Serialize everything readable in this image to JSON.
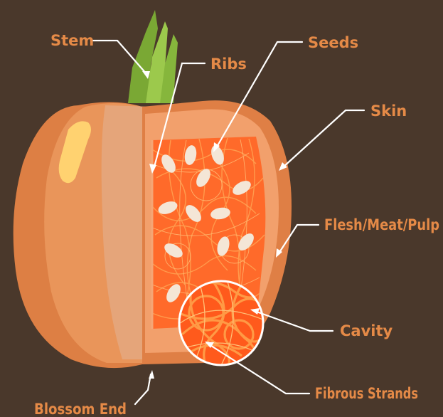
{
  "labels": {
    "stem": "Stem",
    "ribs": "Ribs",
    "seeds": "Seeds",
    "skin": "Skin",
    "flesh": "Flesh/Meat/Pulp",
    "cavity": "Cavity",
    "fibrous": "Fibrous Strands",
    "blossom": "Blossom End"
  },
  "colors": {
    "background": "#4a382b",
    "label": "#e58a47",
    "leader": "#ffffff",
    "skin": "#e0804a",
    "flesh": "#f0a070",
    "cavity": "#ff6020",
    "seed": "#f4e6d6",
    "stem": "#8fbf3f"
  }
}
